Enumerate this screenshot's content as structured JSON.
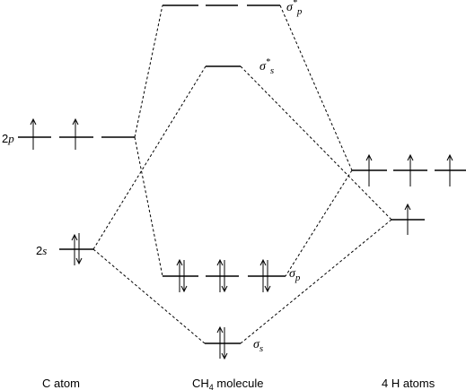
{
  "labels": {
    "c_2p": "2p",
    "c_2s": "2s",
    "sigma_p_star": "σ*p",
    "sigma_s_star": "σ*s",
    "sigma_p": "σp",
    "sigma_s": "σs"
  },
  "captions": {
    "c_atom": "C atom",
    "ch4_prefix": "CH",
    "ch4_sub": "4",
    "ch4_suffix": " molecule",
    "h_atoms": "4 H atoms"
  },
  "levels": [
    {
      "name": "sigma-p-star-level",
      "orbitals": 3,
      "electrons": [
        0,
        0,
        0
      ]
    },
    {
      "name": "sigma-s-star-level",
      "orbitals": 1,
      "electrons": [
        0
      ]
    },
    {
      "name": "c-2p-level",
      "orbitals": 3,
      "electrons": [
        1,
        1,
        0
      ]
    },
    {
      "name": "h-1s-level-upper",
      "orbitals": 3,
      "electrons": [
        1,
        1,
        1
      ]
    },
    {
      "name": "h-1s-level-lower",
      "orbitals": 1,
      "electrons": [
        1
      ]
    },
    {
      "name": "c-2s-level",
      "orbitals": 1,
      "electrons": [
        2
      ]
    },
    {
      "name": "sigma-p-level",
      "orbitals": 3,
      "electrons": [
        2,
        2,
        2
      ]
    },
    {
      "name": "sigma-s-level",
      "orbitals": 1,
      "electrons": [
        2
      ]
    }
  ]
}
